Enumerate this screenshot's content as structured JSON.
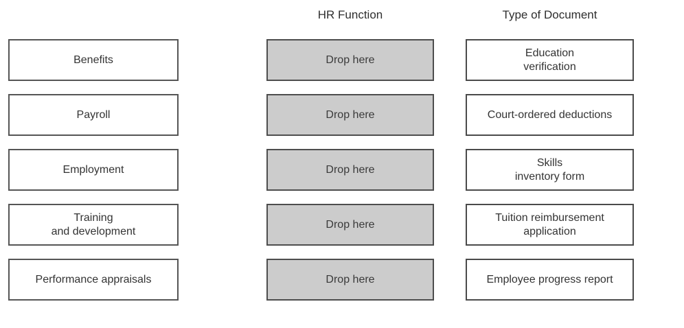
{
  "headers": {
    "hr_function": "HR Function",
    "type_of_document": "Type of Document"
  },
  "columns": {
    "hr_functions": {
      "items": [
        {
          "label": "Benefits"
        },
        {
          "label": "Payroll"
        },
        {
          "label": "Employment"
        },
        {
          "label": "Training\nand development"
        },
        {
          "label": "Performance appraisals"
        }
      ]
    },
    "drop_targets": {
      "items": [
        {
          "label": "Drop here"
        },
        {
          "label": "Drop here"
        },
        {
          "label": "Drop here"
        },
        {
          "label": "Drop here"
        },
        {
          "label": "Drop here"
        }
      ]
    },
    "documents": {
      "items": [
        {
          "label": "Education\nverification"
        },
        {
          "label": "Court-ordered deductions"
        },
        {
          "label": "Skills\ninventory form"
        },
        {
          "label": "Tuition reimbursement\napplication"
        },
        {
          "label": "Employee progress report"
        }
      ]
    }
  },
  "colors": {
    "drop_zone_fill": "#cccccc",
    "drop_zone_border": "#4d4d4d",
    "box_border": "#555555",
    "text": "#333333",
    "background": "#ffffff"
  }
}
